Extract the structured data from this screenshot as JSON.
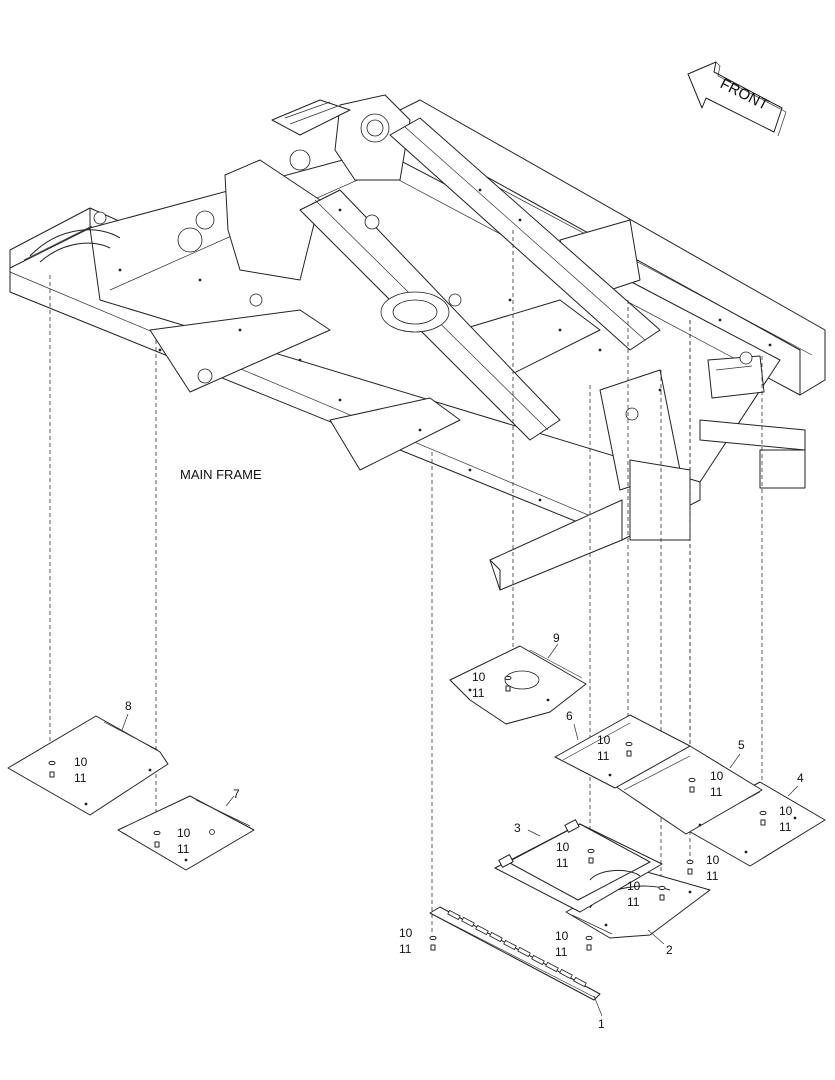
{
  "labels": {
    "main_frame": "MAIN FRAME",
    "front": "FRONT"
  },
  "parts": [
    {
      "id": "part-1",
      "number": "1"
    },
    {
      "id": "part-2",
      "number": "2"
    },
    {
      "id": "part-3",
      "number": "3"
    },
    {
      "id": "part-4",
      "number": "4"
    },
    {
      "id": "part-5",
      "number": "5"
    },
    {
      "id": "part-6",
      "number": "6"
    },
    {
      "id": "part-7",
      "number": "7"
    },
    {
      "id": "part-8",
      "number": "8"
    },
    {
      "id": "part-9",
      "number": "9"
    }
  ],
  "fasteners": {
    "washer": "10",
    "bolt": "11"
  },
  "colors": {
    "line": "#222222",
    "background": "#ffffff"
  }
}
